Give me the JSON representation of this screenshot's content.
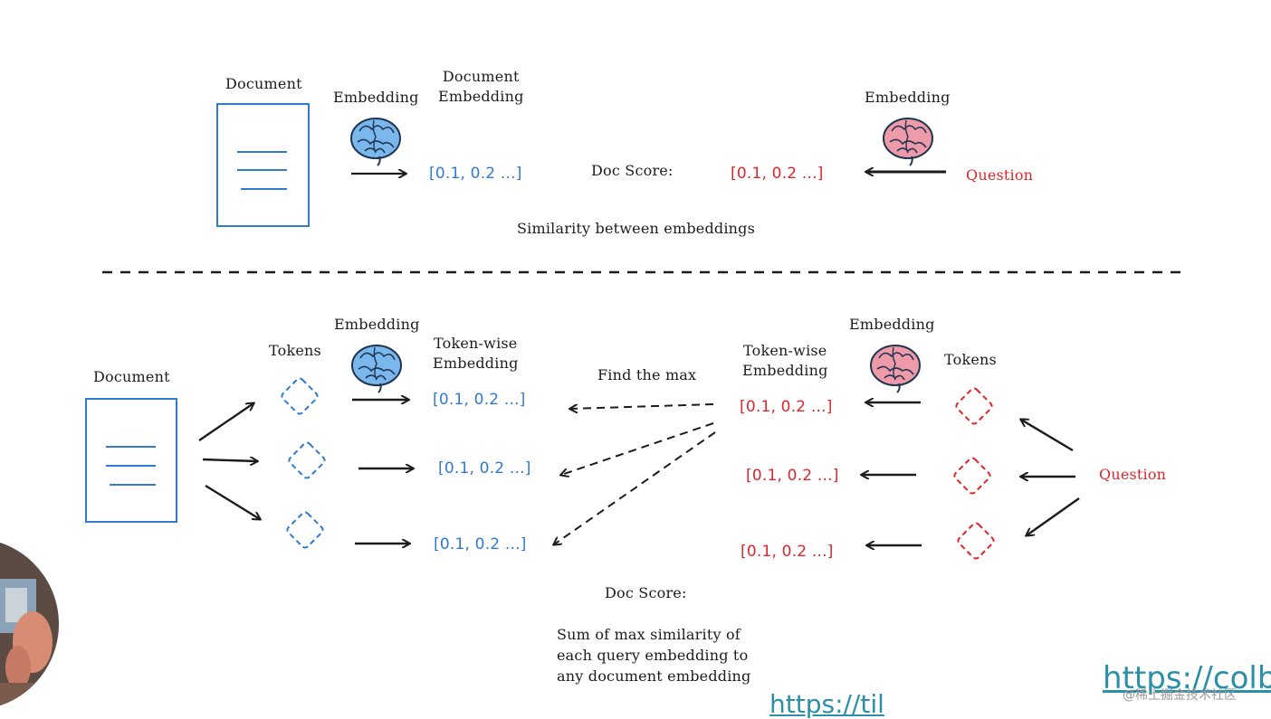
{
  "top": {
    "document_label": "Document",
    "embedding_left_label": "Embedding",
    "document_embedding_label": "Document\nEmbedding",
    "doc_vector": "[0.1, 0.2 ...]",
    "doc_score_label": "Doc Score:",
    "query_vector": "[0.1, 0.2 ...]",
    "embedding_right_label": "Embedding",
    "question_label": "Question",
    "similarity_caption": "Similarity between embeddings"
  },
  "bottom": {
    "document_label": "Document",
    "tokens_left_label": "Tokens",
    "embedding_left_label": "Embedding",
    "tokenwise_left_label": "Token-wise\nEmbedding",
    "doc_vectors": [
      "[0.1, 0.2 ...]",
      "[0.1, 0.2 ...]",
      "[0.1, 0.2 ...]"
    ],
    "find_max_label": "Find the max",
    "tokenwise_right_label": "Token-wise\nEmbedding",
    "embedding_right_label": "Embedding",
    "tokens_right_label": "Tokens",
    "query_vectors": [
      "[0.1, 0.2 ...]",
      "[0.1, 0.2 ...]",
      "[0.1, 0.2 ...]"
    ],
    "question_label": "Question",
    "doc_score_label": "Doc Score:",
    "score_caption": "Sum of max similarity of\neach query embedding to\nany document embedding"
  },
  "overlay": {
    "url_main": "https://colbe",
    "url_secondary": "https://til",
    "watermark": "@稀土掘金技术社区"
  },
  "colors": {
    "doc_blue": "#2f7bd0",
    "query_red": "#e0262a",
    "brain_blue": "#79b7ec",
    "brain_pink": "#ef9aa8",
    "ink": "#1c1c1c"
  }
}
